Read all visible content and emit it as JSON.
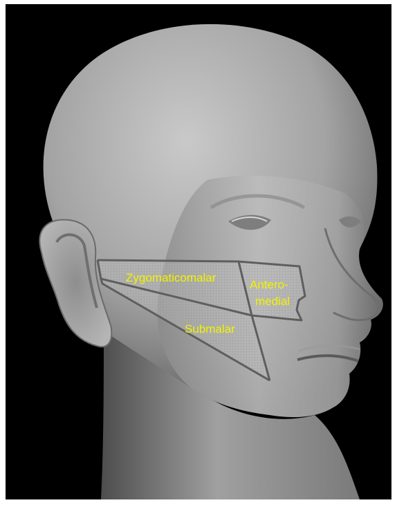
{
  "figure": {
    "regions": [
      {
        "id": "zygomaticomalar",
        "label": "Zygomaticomalar"
      },
      {
        "id": "anteromedial",
        "label_lines": [
          "Antero-",
          "medial"
        ]
      },
      {
        "id": "submalar",
        "label": "Submalar"
      }
    ],
    "colors": {
      "background": "#000000",
      "frame": "#ffffff",
      "region_outline": "#5e5e5e",
      "label_text": "#f2f200"
    }
  }
}
